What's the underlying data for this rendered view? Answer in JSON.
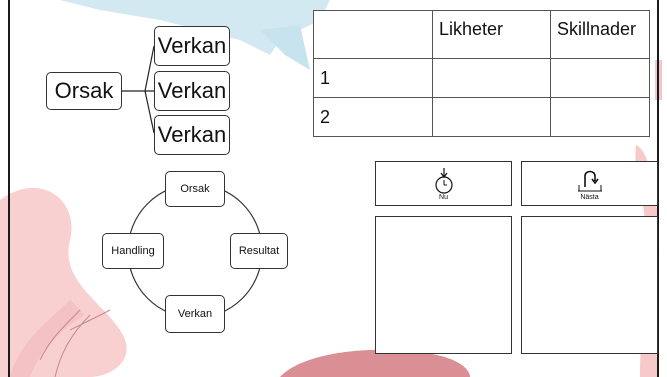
{
  "colors": {
    "pink": "#f7c9c9",
    "pink_dark": "#e7a3a6",
    "blue": "#cfe7f0"
  },
  "tree": {
    "root": "Orsak",
    "children": [
      "Verkan",
      "Verkan",
      "Verkan"
    ]
  },
  "cycle": {
    "top": "Orsak",
    "right": "Resultat",
    "bottom": "Verkan",
    "left": "Handling"
  },
  "table": {
    "headers": [
      "",
      "Likheter",
      "Skillnader"
    ],
    "rows": [
      [
        "1",
        "",
        ""
      ],
      [
        "2",
        "",
        ""
      ]
    ]
  },
  "panels": {
    "now_label": "Nu",
    "next_label": "Nästa"
  }
}
